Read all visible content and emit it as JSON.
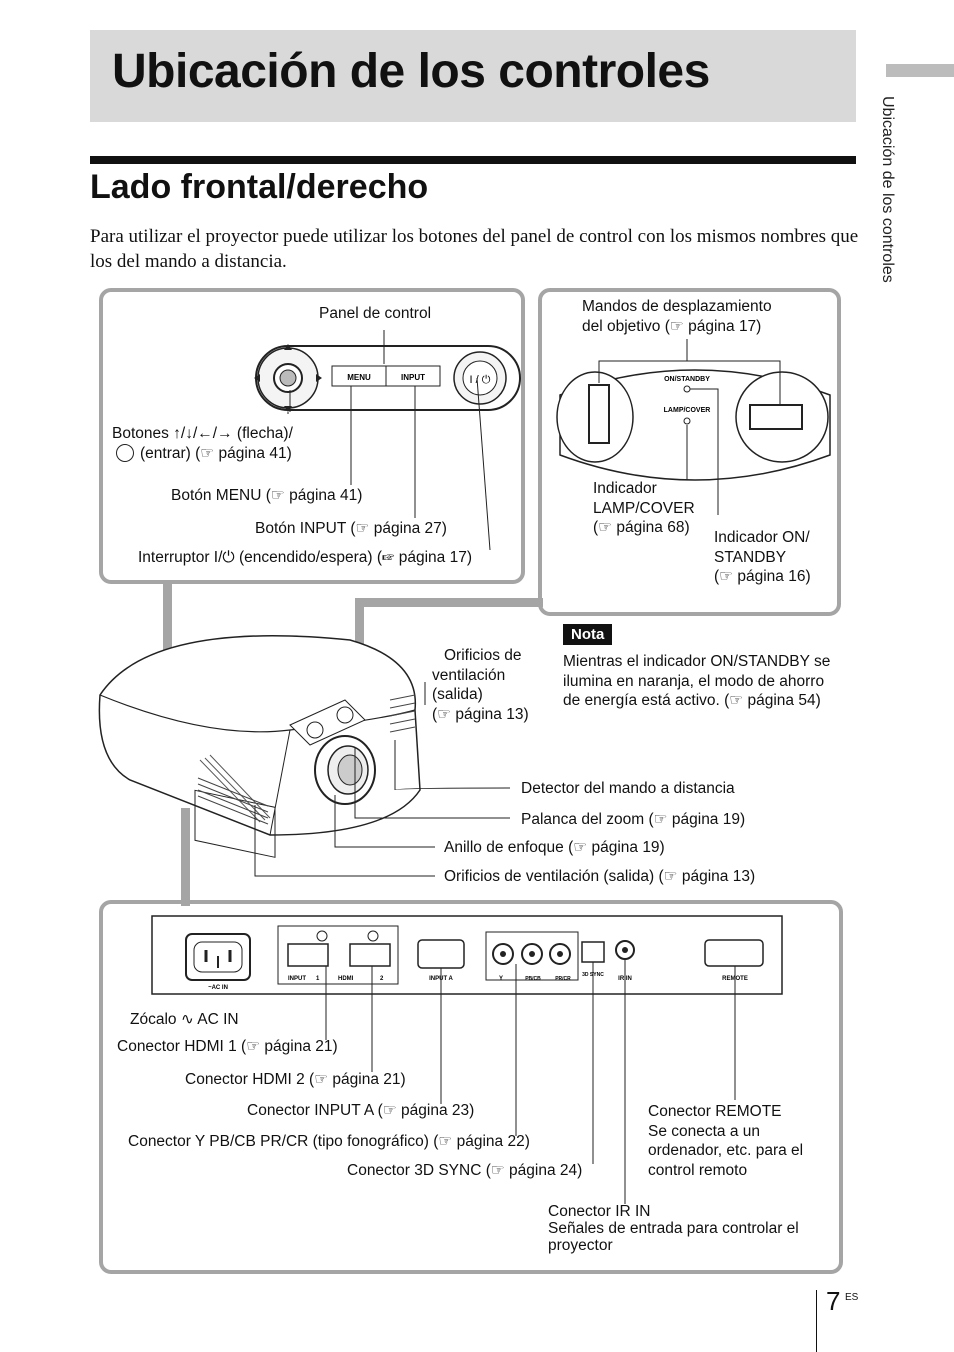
{
  "header": {
    "title": "Ubicación de los controles",
    "side_label": "Ubicación de los controles",
    "section_title": "Lado frontal/derecho",
    "intro": "Para utilizar el proyector puede utilizar los botones del panel de control con los mismos nombres que los del mando a distancia."
  },
  "panel": {
    "title": "Panel de control",
    "menu_label": "MENU",
    "input_label": "INPUT",
    "arrows_line1": "Botones ↑/↓/←/→ (flecha)/",
    "arrows_line2": "(entrar) (☞ página 41)",
    "menu_button": "Botón MENU (☞ página 41)",
    "input_button": "Botón INPUT (☞ página 27)",
    "power_switch": "Interruptor I/⏻ (encendido/espera) (☞ página 17)"
  },
  "lens_panel": {
    "title_line1": "Mandos de desplazamiento",
    "title_line2": "del objetivo (☞ página 17)",
    "on_standby_print": "ON/STANDBY",
    "lamp_cover_print": "LAMP/COVER",
    "lamp_indicator_1": "Indicador",
    "lamp_indicator_2": "LAMP/COVER",
    "lamp_indicator_3": "(☞ página 68)",
    "on_indicator_1": "Indicador ON/",
    "on_indicator_2": "STANDBY",
    "on_indicator_3": "(☞ página 16)"
  },
  "body_labels": {
    "vent_top_1": "Orificios de",
    "vent_top_2": "ventilación",
    "vent_top_3": "(salida)",
    "vent_top_4": "(☞ página 13)",
    "remote_detector": "Detector del mando a distancia",
    "zoom_lever": "Palanca del zoom (☞ página 19)",
    "focus_ring": "Anillo de enfoque (☞ página 19)",
    "vent_side": "Orificios de ventilación (salida) (☞ página 13)"
  },
  "nota": {
    "tag": "Nota",
    "text": "Mientras el indicador ON/STANDBY se ilumina en naranja, el modo de ahorro de energía está activo. (☞ página 54)"
  },
  "rear": {
    "prints": {
      "ac_in": "~AC IN",
      "input": "INPUT",
      "one": "1",
      "two": "2",
      "hdmi": "HDMI",
      "input_a": "INPUT A",
      "y": "Y",
      "pb": "PB/CB",
      "pr": "PR/CR",
      "sync": "3D SYNC",
      "ir_in": "IR IN",
      "remote": "REMOTE"
    },
    "labels": {
      "ac_socket": "Zócalo ∿ AC IN",
      "hdmi1": "Conector HDMI 1 (☞ página 21)",
      "hdmi2": "Conector HDMI 2 (☞ página 21)",
      "input_a": "Conector INPUT A (☞ página 23)",
      "ypbpr": "Conector Y PB/CB PR/CR (tipo fonográfico) (☞ página 22)",
      "sync3d": "Conector 3D SYNC (☞ página 24)",
      "remote_1": "Conector REMOTE",
      "remote_2": "Se conecta a un",
      "remote_3": "ordenador, etc. para el",
      "remote_4": "control remoto",
      "irin_1": "Conector IR IN",
      "irin_2": "Señales de entrada para controlar el",
      "irin_3": "proyector"
    }
  },
  "footer": {
    "page": "7",
    "lang": "ES"
  }
}
